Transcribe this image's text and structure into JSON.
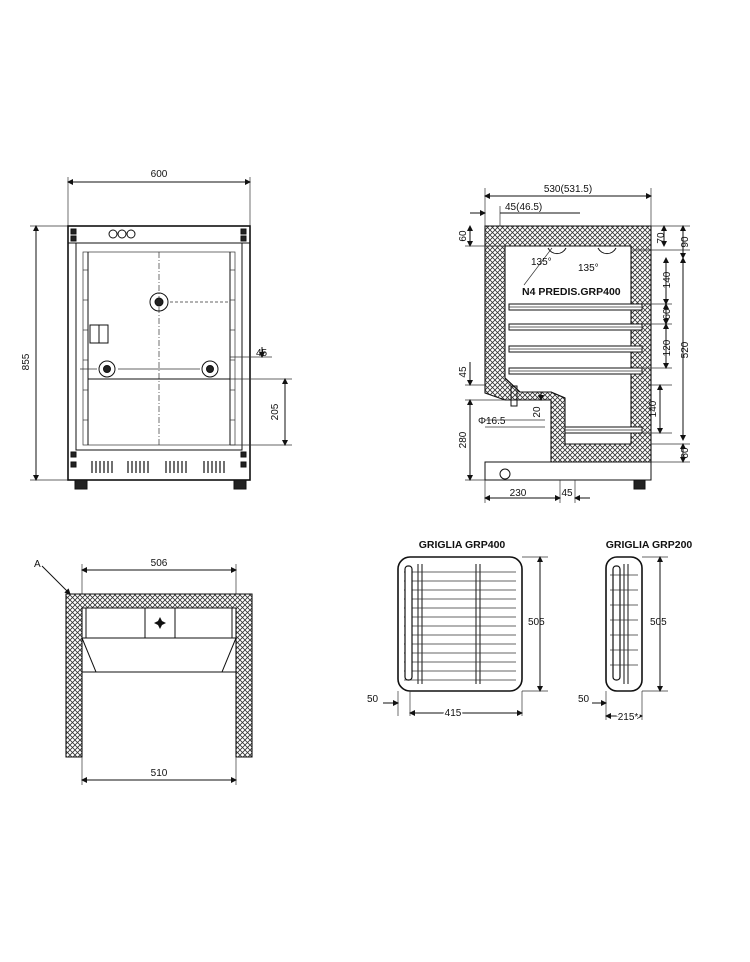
{
  "front": {
    "width": "600",
    "height": "855",
    "dim_45": "45",
    "dim_205": "205"
  },
  "side": {
    "depth": "530(531.5)",
    "inset": "45(46.5)",
    "top_60": "60",
    "top_70": "70",
    "top_90": "90",
    "angle_a": "135°",
    "angle_b": "135°",
    "label": "N4 PREDIS.GRP400",
    "shelf_140": "140",
    "shelf_60": "60",
    "shelf_120": "120",
    "inner_520": "520",
    "lower_140": "140",
    "bottom_60": "60",
    "left_45": "45",
    "left_280": "280",
    "step_20": "20",
    "drain": "Φ16.5",
    "base_230": "230",
    "base_45": "45"
  },
  "top_section": {
    "inner_width": "506",
    "outer_width": "510",
    "marker": "A"
  },
  "grid_400": {
    "title": "GRIGLIA GRP400",
    "height": "505",
    "offset": "50",
    "width": "415"
  },
  "grid_200": {
    "title": "GRIGLIA GRP200",
    "height": "505",
    "offset": "50",
    "width": "215*"
  }
}
